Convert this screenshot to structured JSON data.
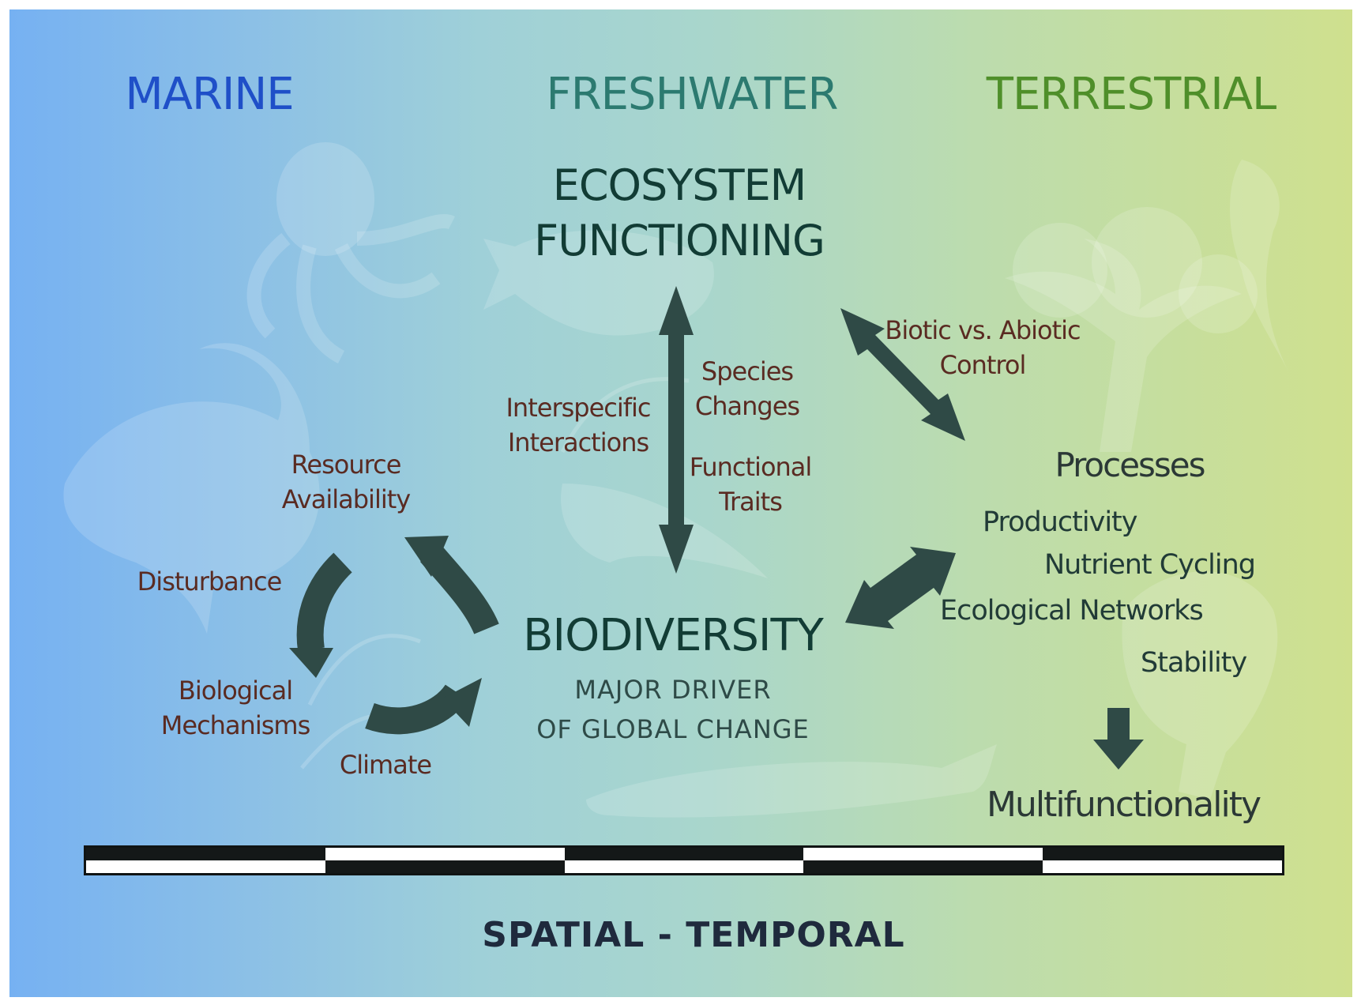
{
  "realms": {
    "marine": "MARINE",
    "freshwater": "FRESHWATER",
    "terrestrial": "TERRESTRIAL"
  },
  "ecosystem": {
    "line1": "ECOSYSTEM",
    "line2": "FUNCTIONING"
  },
  "biodiversity": {
    "title": "BIODIVERSITY",
    "line1": "MAJOR DRIVER",
    "line2": "OF GLOBAL CHANGE"
  },
  "vertical_labels": {
    "left1": "Interspecific",
    "left2": "Interactions",
    "right1": "Species",
    "right2": "Changes",
    "right3": "Functional",
    "right4": "Traits"
  },
  "diagonal_label": {
    "line1": "Biotic vs. Abiotic",
    "line2": "Control"
  },
  "cycle": {
    "resource1": "Resource",
    "resource2": "Availability",
    "disturbance": "Disturbance",
    "bio1": "Biological",
    "bio2": "Mechanisms",
    "climate": "Climate"
  },
  "processes": {
    "title": "Processes",
    "items": [
      "Productivity",
      "Nutrient Cycling",
      "Ecological Networks",
      "Stability"
    ],
    "result": "Multifunctionality"
  },
  "scale_label": "SPATIAL - TEMPORAL",
  "colors": {
    "marine": "#1f4fc8",
    "freshwater": "#2c7a70",
    "terrestrial": "#4f8f2a",
    "arrow": "#2f4a46",
    "label_brown": "#5a2b22"
  }
}
